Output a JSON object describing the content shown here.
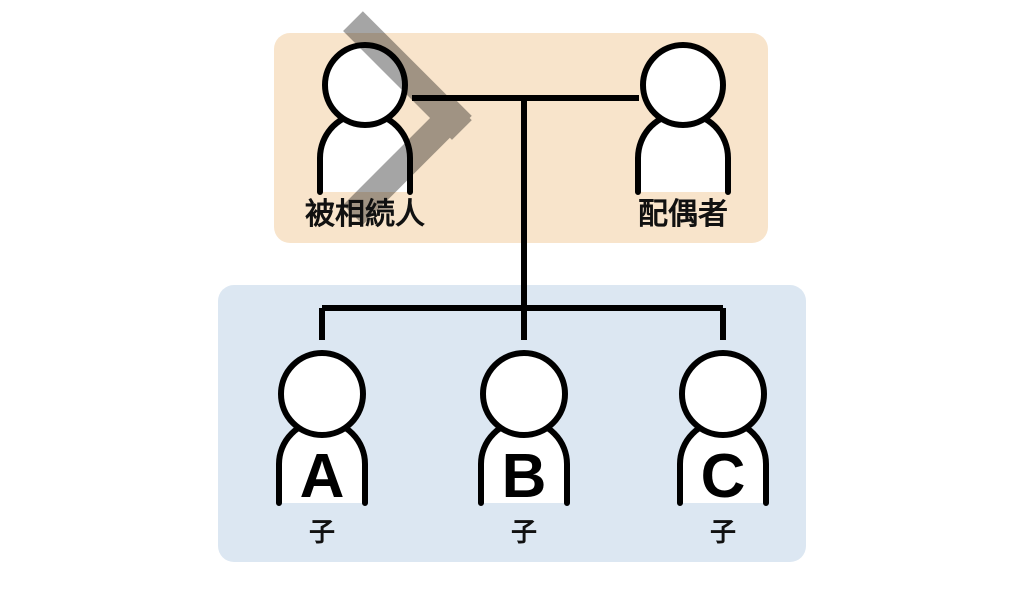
{
  "diagram": {
    "type": "family-tree",
    "title": "",
    "colors": {
      "panel_top_bg": "#F8E4CB",
      "panel_bottom_bg": "#DCE7F2",
      "figure_fill": "#FFFFFF",
      "figure_stroke": "#000000",
      "line": "#000000",
      "cross_overlay": "#000000",
      "page_bg": "#FFFFFF",
      "text": "#111111"
    },
    "panels": [
      {
        "id": "parents",
        "name": "parents-panel",
        "bg": "#F8E4CB"
      },
      {
        "id": "children",
        "name": "children-panel",
        "bg": "#DCE7F2"
      }
    ],
    "generations": {
      "parents": {
        "nodes": [
          {
            "id": "decedent",
            "role_label": "被相続人",
            "badge": "",
            "deceased": true,
            "cross_icon": "deceased-cross-icon"
          },
          {
            "id": "spouse",
            "role_label": "配偶者",
            "badge": "",
            "deceased": false,
            "cross_icon": ""
          }
        ],
        "marriage_line": true
      },
      "children": {
        "nodes": [
          {
            "id": "child-a",
            "badge": "A",
            "role_label": "子",
            "deceased": false
          },
          {
            "id": "child-b",
            "badge": "B",
            "role_label": "子",
            "deceased": false
          },
          {
            "id": "child-c",
            "badge": "C",
            "role_label": "子",
            "deceased": false
          }
        ],
        "sibling_bar": true
      }
    },
    "connections": [
      {
        "from": "decedent",
        "to": "spouse",
        "kind": "marriage"
      },
      {
        "from": "marriage",
        "to": "child-a",
        "kind": "descent"
      },
      {
        "from": "marriage",
        "to": "child-b",
        "kind": "descent"
      },
      {
        "from": "marriage",
        "to": "child-c",
        "kind": "descent"
      }
    ]
  }
}
